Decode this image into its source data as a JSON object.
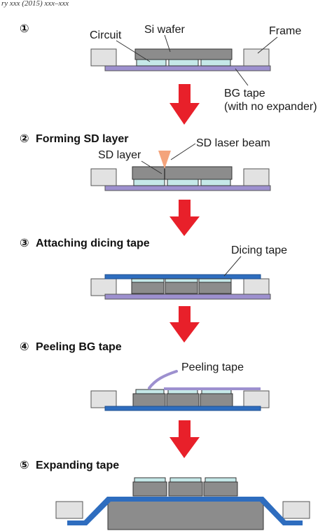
{
  "header_text": "ry xxx (2015) xxx–xxx",
  "colors": {
    "arrow": "#e8202a",
    "bg_tape": "#9d90cf",
    "dicing_tape": "#2e6dbf",
    "wafer": "#8c8c8c",
    "chip": "#a8a8a8",
    "circuit": "#c5e8e8",
    "frame": "#e2e2e2",
    "peeling_tape": "#9d90cf",
    "laser": "#f4a47c"
  },
  "steps": [
    {
      "marker": "①",
      "title": "",
      "labels": {
        "circuit": "Circuit",
        "si_wafer": "Si wafer",
        "frame": "Frame",
        "bg_tape": "BG tape",
        "bg_tape_note": "(with no expander)"
      }
    },
    {
      "marker": "②",
      "title": "Forming SD layer",
      "labels": {
        "sd_layer": "SD layer",
        "sd_laser_beam": "SD laser beam"
      }
    },
    {
      "marker": "③",
      "title": "Attaching dicing tape",
      "labels": {
        "dicing_tape": "Dicing tape"
      }
    },
    {
      "marker": "④",
      "title": "Peeling BG tape",
      "labels": {
        "peeling_tape": "Peeling tape"
      }
    },
    {
      "marker": "⑤",
      "title": "Expanding tape",
      "labels": {}
    }
  ]
}
